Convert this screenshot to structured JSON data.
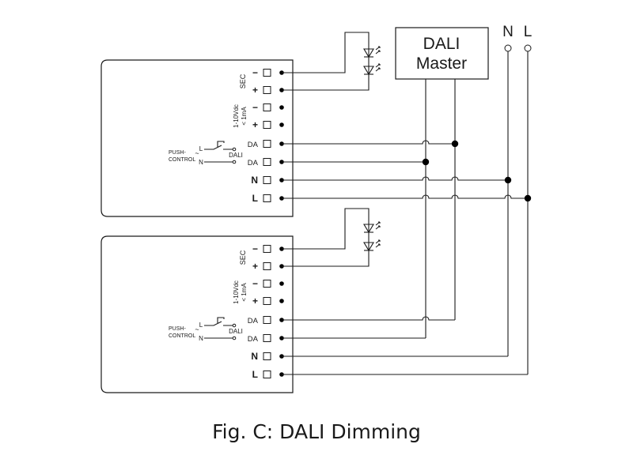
{
  "caption": "Fig. C: DALI Dimming",
  "master": {
    "line1": "DALI",
    "line2": "Master"
  },
  "mains": {
    "neutral": "N",
    "live": "L"
  },
  "driver": {
    "sec_label": "SEC",
    "sec_minus": "−",
    "sec_plus": "+",
    "dim_label_line1": "1-10Vdc",
    "dim_label_line2": "< 1mA",
    "dim_minus": "−",
    "dim_plus": "+",
    "da1": "DA",
    "da2": "DA",
    "n": "N",
    "l": "L",
    "push_line1": "PUSH-",
    "push_line2": "CONTROL",
    "push_l": "L",
    "push_n": "N",
    "push_tilde": "~",
    "push_dali": "DALI"
  }
}
